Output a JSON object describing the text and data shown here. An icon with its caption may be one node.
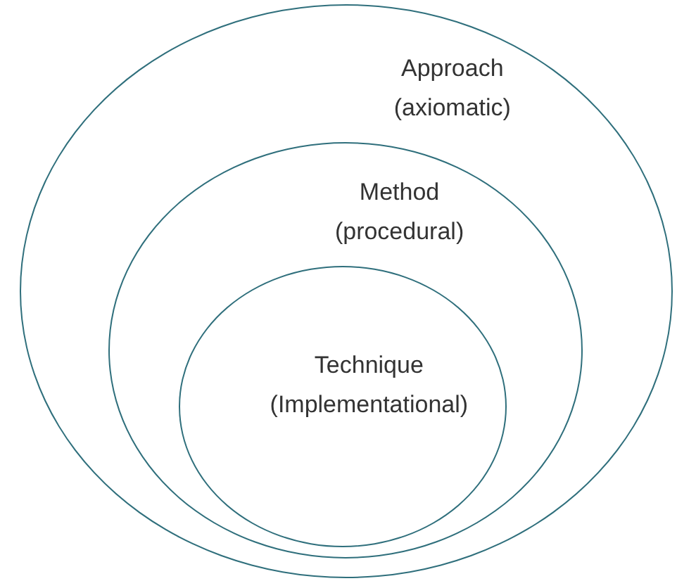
{
  "diagram": {
    "nodes": [
      {
        "text": [
          "Approach (axiomatic)"
        ]
      },
      {
        "text": [
          "Method (procedural)"
        ],
        "in": 0
      },
      {
        "text": [
          "Technique (Implementational)"
        ],
        "in": 1
      }
    ]
  }
}
